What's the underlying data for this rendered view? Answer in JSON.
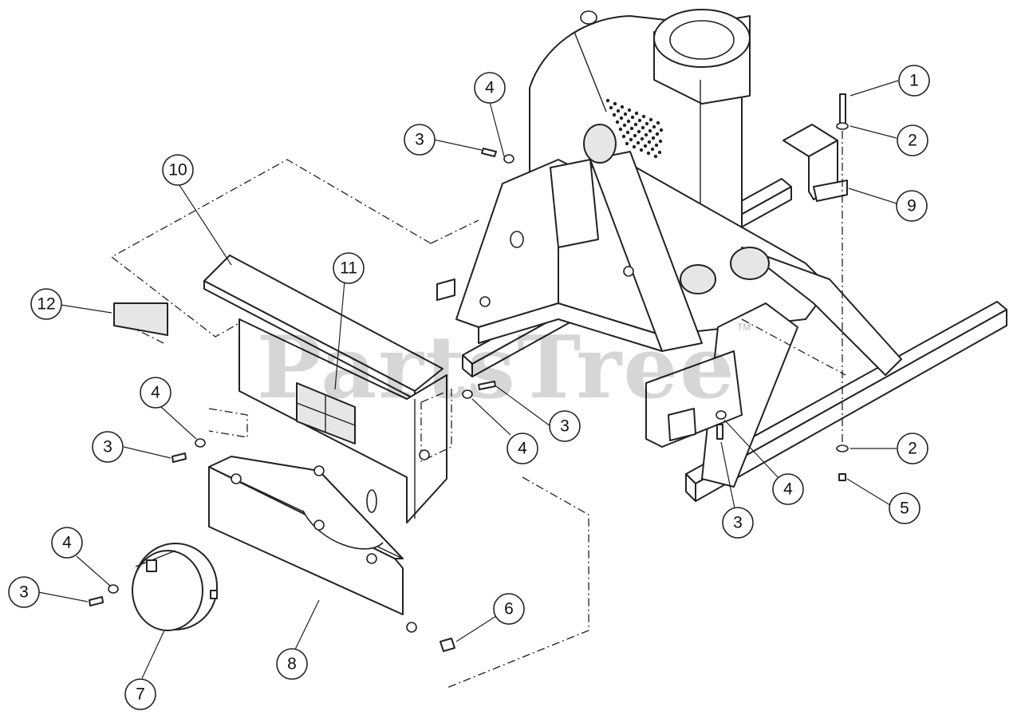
{
  "watermark": {
    "text": "PartsTree",
    "trademark": "TM"
  },
  "callouts": [
    {
      "id": "c1",
      "label": "1"
    },
    {
      "id": "c2a",
      "label": "2"
    },
    {
      "id": "c2b",
      "label": "2"
    },
    {
      "id": "c3a",
      "label": "3"
    },
    {
      "id": "c3b",
      "label": "3"
    },
    {
      "id": "c3c",
      "label": "3"
    },
    {
      "id": "c3d",
      "label": "3"
    },
    {
      "id": "c3e",
      "label": "3"
    },
    {
      "id": "c4a",
      "label": "4"
    },
    {
      "id": "c4b",
      "label": "4"
    },
    {
      "id": "c4c",
      "label": "4"
    },
    {
      "id": "c4d",
      "label": "4"
    },
    {
      "id": "c4e",
      "label": "4"
    },
    {
      "id": "c5",
      "label": "5"
    },
    {
      "id": "c6",
      "label": "6"
    },
    {
      "id": "c7",
      "label": "7"
    },
    {
      "id": "c8",
      "label": "8"
    },
    {
      "id": "c9",
      "label": "9"
    },
    {
      "id": "c10",
      "label": "10"
    },
    {
      "id": "c11",
      "label": "11"
    },
    {
      "id": "c12",
      "label": "12"
    }
  ]
}
